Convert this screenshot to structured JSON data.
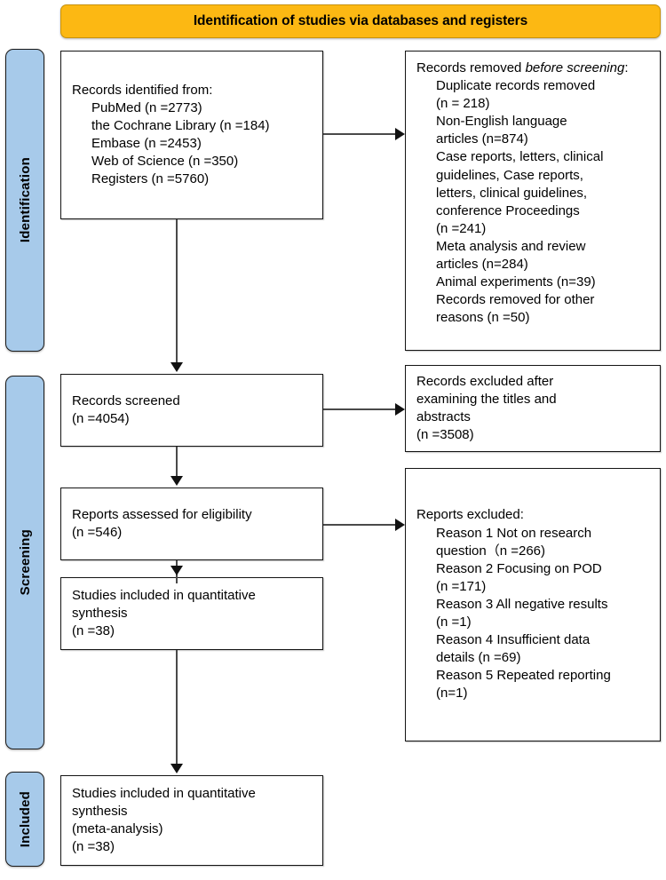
{
  "banner": {
    "title": "Identification of studies via databases and registers"
  },
  "stages": [
    {
      "id": "identification",
      "label": "Identification"
    },
    {
      "id": "screening",
      "label": "Screening"
    },
    {
      "id": "included",
      "label": "Included"
    }
  ],
  "boxes": {
    "identified": {
      "heading": "Records identified from:",
      "items": "PubMed (n =2773)\nthe Cochrane Library (n =184)\nEmbase (n =2453)\nWeb of Science (n =350)\nRegisters (n =5760)"
    },
    "removed_before_screening": {
      "heading_part1": "Records removed ",
      "heading_italic": "before screening",
      "heading_part2": ":",
      "items": "Duplicate records removed\n(n = 218)\nNon-English language\narticles (n=874)\nCase reports, letters, clinical\nguidelines, Case reports,\nletters, clinical guidelines,\nconference Proceedings\n(n =241)\nMeta analysis and review\narticles (n=284)\nAnimal experiments (n=39)\nRecords removed for other\nreasons (n =50)"
    },
    "records_screened": {
      "text": "Records screened\n(n =4054)"
    },
    "records_excluded": {
      "text": "Records excluded after\nexamining the titles and\nabstracts\n(n =3508)"
    },
    "reports_eligibility": {
      "text": "Reports assessed for eligibility\n(n =546)"
    },
    "reports_excluded": {
      "heading": "Reports excluded:",
      "items": "Reason 1 Not on research\nquestion（n =266)\nReason 2 Focusing on POD\n(n =171)\nReason 3 All negative results\n(n =1)\nReason 4 Insufficient data\ndetails (n =69)\nReason 5 Repeated reporting\n(n=1)"
    },
    "studies_quantitative": {
      "text": "Studies included in quantitative\nsynthesis\n(n =38)"
    },
    "studies_meta": {
      "text": "Studies included in quantitative\nsynthesis\n(meta-analysis)\n(n =38)"
    }
  },
  "colors": {
    "banner_fill": "#FCB813",
    "stage_fill": "#A7CAEA",
    "box_border": "#141414",
    "connector": "#4a4a4a"
  }
}
